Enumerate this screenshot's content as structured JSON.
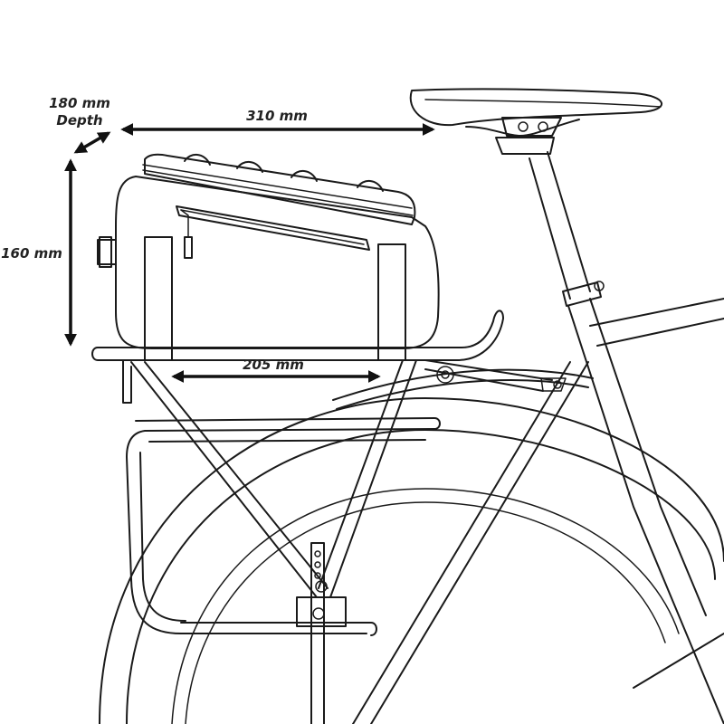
{
  "dimensions": {
    "depth_value": "180 mm",
    "depth_label": "Depth",
    "width": "310 mm",
    "height": "160 mm",
    "base": "205 mm"
  },
  "colors": {
    "ink": "#1a1a1a",
    "background": "#ffffff"
  }
}
